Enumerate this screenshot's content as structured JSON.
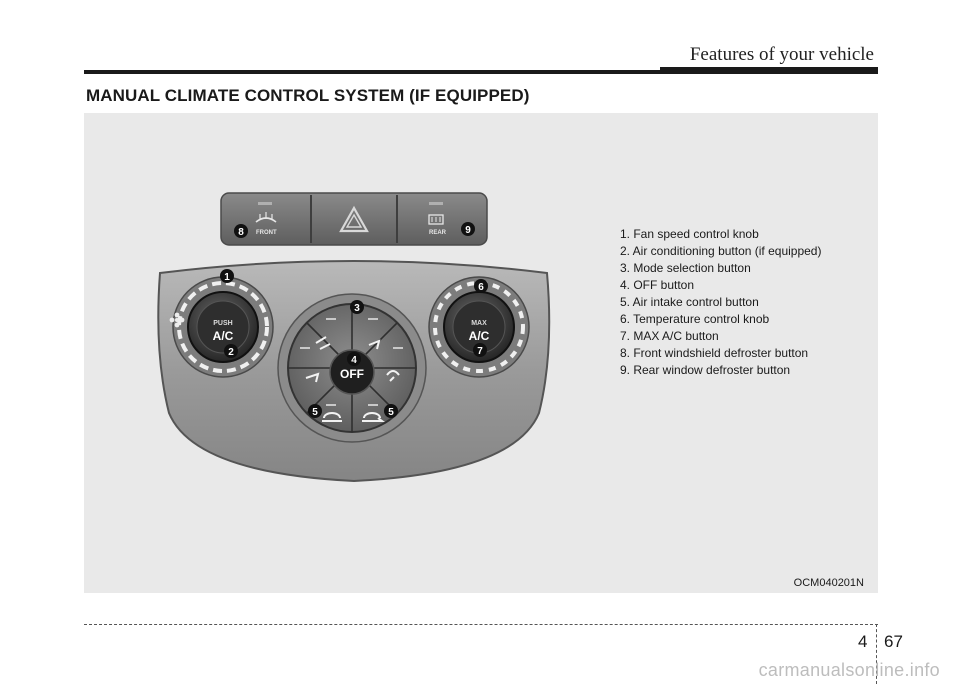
{
  "header": {
    "section_title": "Features of your vehicle"
  },
  "page": {
    "heading": "MANUAL CLIMATE CONTROL SYSTEM (IF EQUIPPED)",
    "chapter": "4",
    "number": "67"
  },
  "figure": {
    "code": "OCM040201N",
    "callouts": [
      "1",
      "2",
      "3",
      "4",
      "5",
      "5",
      "6",
      "7",
      "8",
      "9"
    ],
    "labels": {
      "push": "PUSH",
      "ac": "A/C",
      "max": "MAX",
      "off": "OFF",
      "front": "FRONT",
      "rear": "REAR"
    },
    "legend": [
      "1. Fan speed control knob",
      "2. Air conditioning button (if equipped)",
      "3. Mode selection button",
      "4. OFF button",
      "5. Air intake control button",
      "6. Temperature control knob",
      "7. MAX A/C button",
      "8. Front windshield defroster button",
      "9. Rear window defroster button"
    ]
  },
  "watermark": "carmanualsonline.info"
}
